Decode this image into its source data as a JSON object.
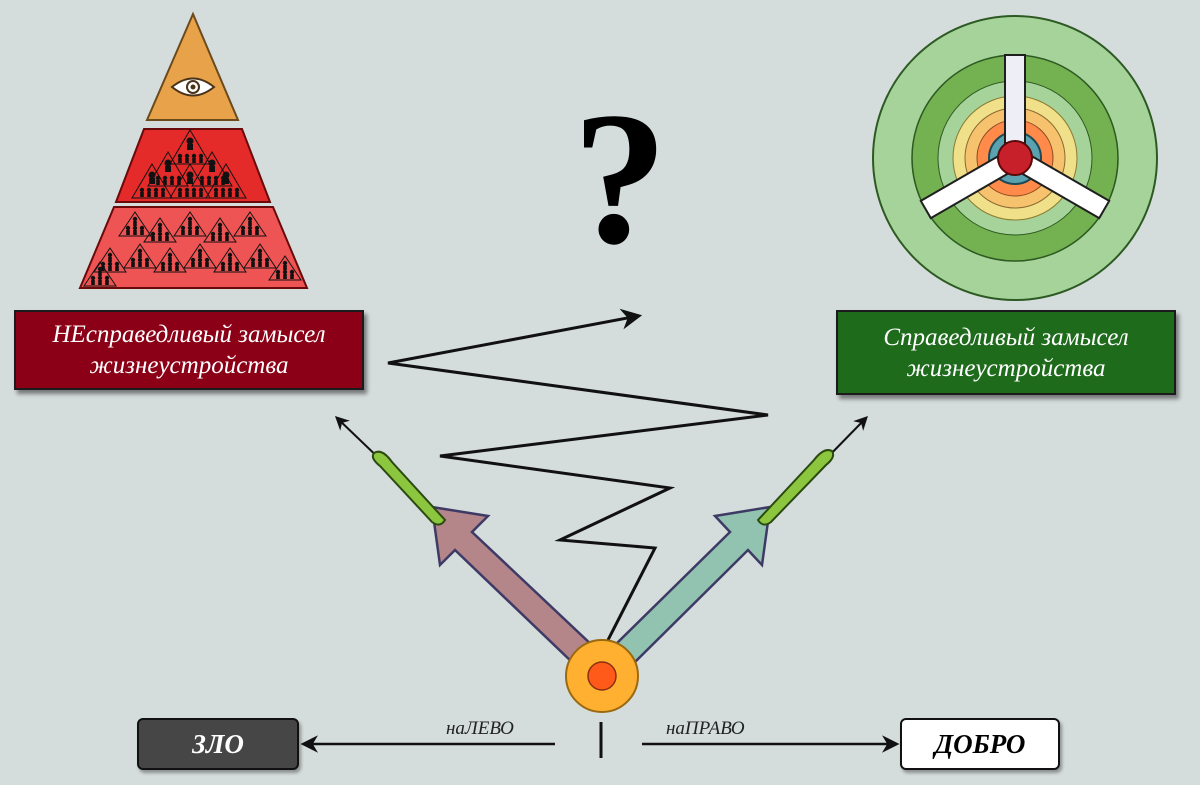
{
  "labels": {
    "unjust": "НЕсправедливый замысел жизнеустройства",
    "just": "Справедливый замысел жизнеустройства",
    "question": "?",
    "evil": "ЗЛО",
    "good": "ДОБРО",
    "left": "наЛЕВО",
    "right": "наПРАВО"
  },
  "colors": {
    "background": "#d5dcdc",
    "unjust_box": "#8b0016",
    "just_box": "#1f6b1c",
    "evil_box": "#464646",
    "good_box": "#ffffff",
    "pyramid_top": "#e8a24a",
    "pyramid_mid": "#e52a2a",
    "pyramid_base": "#ef5454",
    "wheel_outer": "#a6d39a",
    "wheel_ring": "#74b150",
    "left_arrow": "#b48589",
    "right_arrow": "#92c2b0",
    "missile": "#8cc63f",
    "origin_outer": "#ffb030",
    "origin_inner": "#ff5a1a"
  },
  "icons": [
    "eye-icon",
    "question-mark-icon",
    "peace-wheel-icon",
    "people-hierarchy-icon"
  ]
}
